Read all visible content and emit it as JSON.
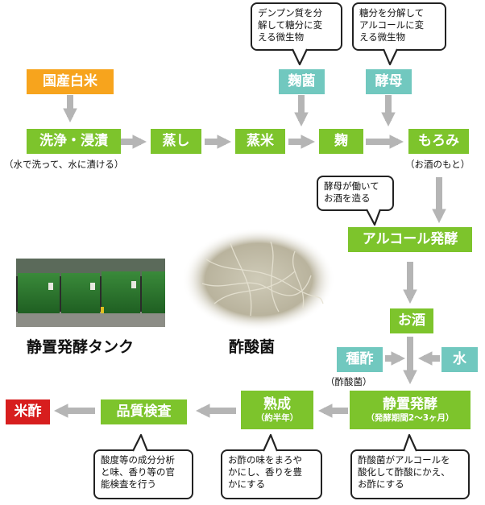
{
  "nodes": {
    "rice": "国産白米",
    "wash": "洗浄・浸漬",
    "steam": "蒸し",
    "steamed_rice": "蒸米",
    "koji": "麹",
    "moromi": "もろみ",
    "koji_mold": "麹菌",
    "yeast": "酵母",
    "alcohol_ferment": "アルコール発酵",
    "sake": "お酒",
    "seed_vinegar": "種酢",
    "water": "水",
    "static_ferment": "静置発酵",
    "static_ferment_sub": "（発酵期間2～3ヶ月）",
    "aging": "熟成",
    "aging_sub": "（約半年）",
    "quality": "品質検査",
    "rice_vinegar": "米酢"
  },
  "notes": {
    "wash_note": "（水で洗って、水に漬ける）",
    "moromi_note": "（お酒のもと）",
    "seed_note": "（酢酸菌）"
  },
  "callouts": {
    "koji_mold": [
      "デンプン質を分",
      "解して糖分に変",
      "える微生物"
    ],
    "yeast": [
      "糖分を分解して",
      "アルコールに変",
      "える微生物"
    ],
    "ferment": [
      "酵母が働いて",
      "お酒を造る"
    ],
    "quality": [
      "酸度等の成分分析",
      "と味、香り等の官",
      "能検査を行う"
    ],
    "aging": [
      "お酢の味をまろや",
      "かにし、香りを豊",
      "かにする"
    ],
    "static": [
      "酢酸菌がアルコールを",
      "酸化して酢酸にかえ、",
      "お酢にする"
    ]
  },
  "image_labels": {
    "tank": "静置発酵タンク",
    "bacteria": "酢酸菌"
  },
  "colors": {
    "process": "#7dc42c",
    "microbe": "#71c8bf",
    "start": "#f7a41d",
    "end": "#d71e1e",
    "arrow": "#b5b5b5"
  }
}
